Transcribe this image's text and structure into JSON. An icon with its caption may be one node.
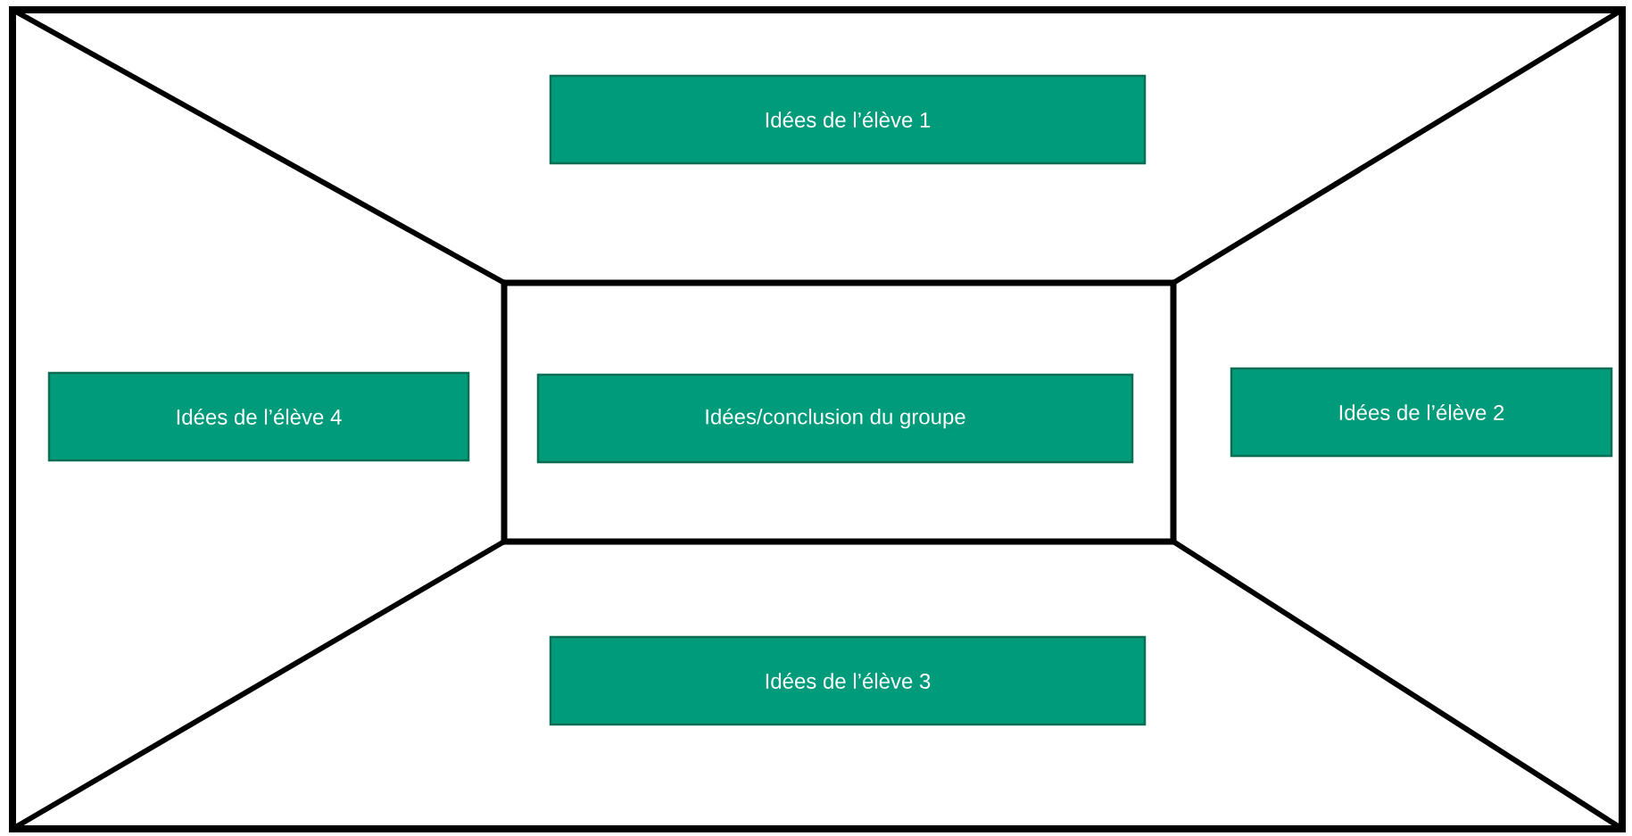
{
  "diagram": {
    "nodes": [
      {
        "text": [],
        "shape": "box"
      },
      {
        "text": [
          "Idées de l’élève 1"
        ],
        "in": 0
      },
      {
        "text": [
          "Idées de l’élève 4"
        ],
        "in": 0
      },
      {
        "text": [],
        "shape": "box",
        "in": 0
      },
      {
        "text": [
          "Idées/conclusion du groupe"
        ],
        "in": 3
      },
      {
        "text": [
          "Idées de l’élève 2"
        ],
        "in": 0
      },
      {
        "text": [
          "Idées de l’élève 3"
        ],
        "in": 0
      }
    ]
  }
}
